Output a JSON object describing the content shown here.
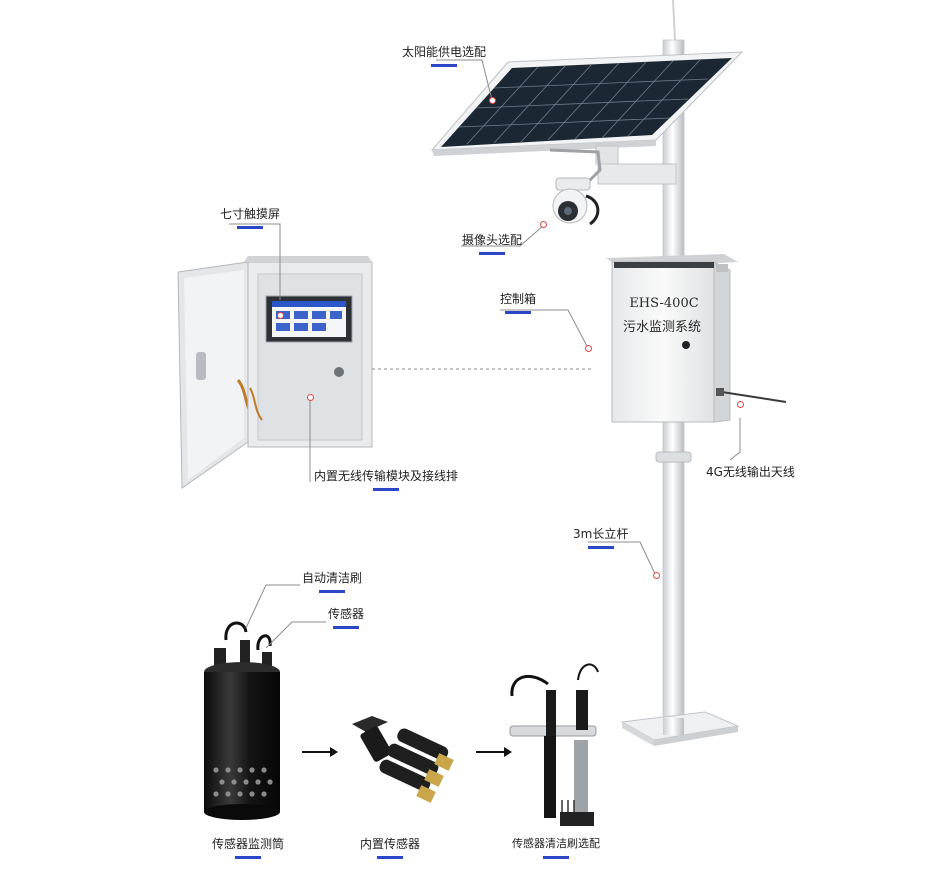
{
  "labels": {
    "solar": "太阳能供电选配",
    "camera": "摄像头选配",
    "control_box": "控制箱",
    "touchscreen": "七寸触摸屏",
    "wireless_module": "内置无线传输模块及接线排",
    "antenna": "4G无线输出天线",
    "pole": "3m长立杆",
    "auto_brush": "自动清洁刷",
    "sensor": "传感器",
    "sensor_tube": "传感器监测筒",
    "builtin_sensor": "内置传感器",
    "brush_option": "传感器清洁刷选配"
  },
  "box_text": {
    "model": "EHS-400C",
    "system": "污水监测系统"
  },
  "colors": {
    "underline": "#2b46c7",
    "marker": "#e04a4a"
  }
}
